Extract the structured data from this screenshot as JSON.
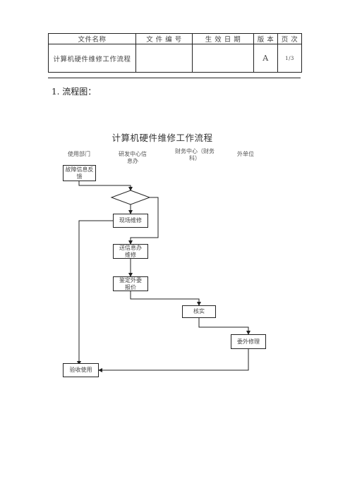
{
  "header": {
    "col_name": "文件名称",
    "col_number": "文 件 编 号",
    "col_date": "生 效 日 期",
    "col_version": "版 本",
    "col_page": "页 次",
    "doc_name": "计算机硬件维修工作流程",
    "doc_number": "",
    "effective_date": "",
    "version": "A",
    "page": "1/3"
  },
  "section_heading": "1. 流程图：",
  "flowchart": {
    "title": "计算机硬件维修工作流程",
    "lanes": {
      "user_dept": "使用部门",
      "rd_center": "研发中心信息办",
      "finance": "财务中心（财务科）",
      "vendor": "外单位"
    },
    "steps": {
      "fault_report": "故障信息反馈",
      "onsite_repair": "现场维修",
      "send_repair": "送信息办维修",
      "outsource_quote": "鉴定外委报价",
      "verify": "核实",
      "outsource_repair": "委外修理",
      "accept_use": "验收使用"
    }
  }
}
